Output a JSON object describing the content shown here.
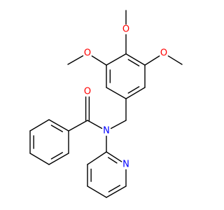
{
  "molecule": {
    "colors": {
      "bond": "#000000",
      "O": "#ff0000",
      "N": "#0000ff",
      "background": "#ffffff"
    },
    "atoms": [
      {
        "id": "o_top",
        "label": "O",
        "element": "O"
      },
      {
        "id": "o_right",
        "label": "O",
        "element": "O"
      },
      {
        "id": "o_left",
        "label": "O",
        "element": "O"
      },
      {
        "id": "o_carbonyl",
        "label": "O",
        "element": "O"
      },
      {
        "id": "n_amide",
        "label": "N",
        "element": "N"
      },
      {
        "id": "n_pyridine",
        "label": "N",
        "element": "N"
      }
    ]
  }
}
